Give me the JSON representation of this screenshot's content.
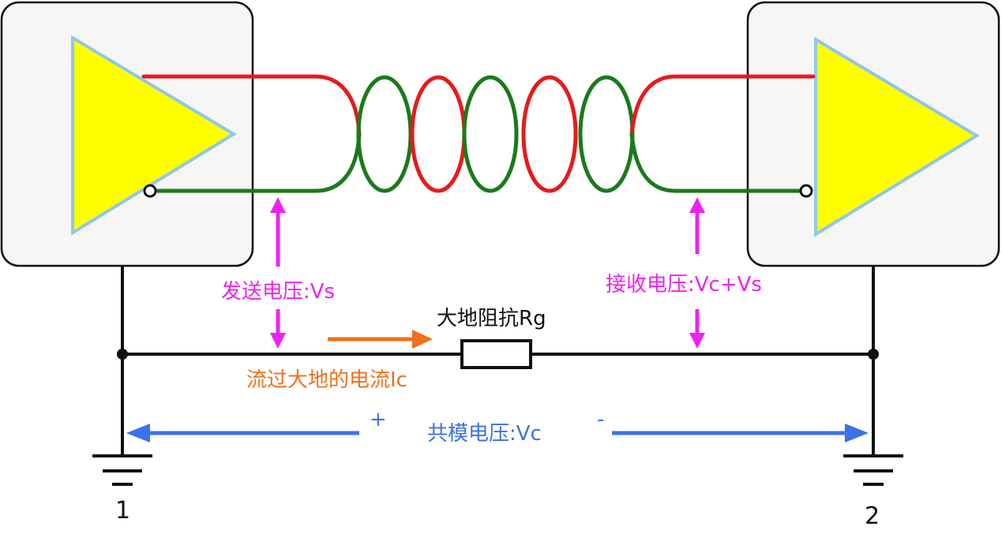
{
  "labels": {
    "send_voltage": "发送电压:Vs",
    "receive_voltage": "接收电压:Vc+Vs",
    "ground_impedance": "大地阻抗Rg",
    "ground_current": "流过大地的电流Ic",
    "common_mode_voltage": "共模电压:Vc",
    "plus_sign": "+",
    "minus_sign": "-",
    "ground_1": "1",
    "ground_2": "2"
  },
  "colors": {
    "wire_red": "#e8191c",
    "wire_green": "#1a7a1a",
    "amp_fill": "#ffff00",
    "amp_stroke": "#8ec6ee",
    "box_fill": "#f6f6f6",
    "send_receive_label": "#ee22ee",
    "current_label": "#f07018",
    "common_mode": "#3a72ea",
    "black": "#111111"
  }
}
